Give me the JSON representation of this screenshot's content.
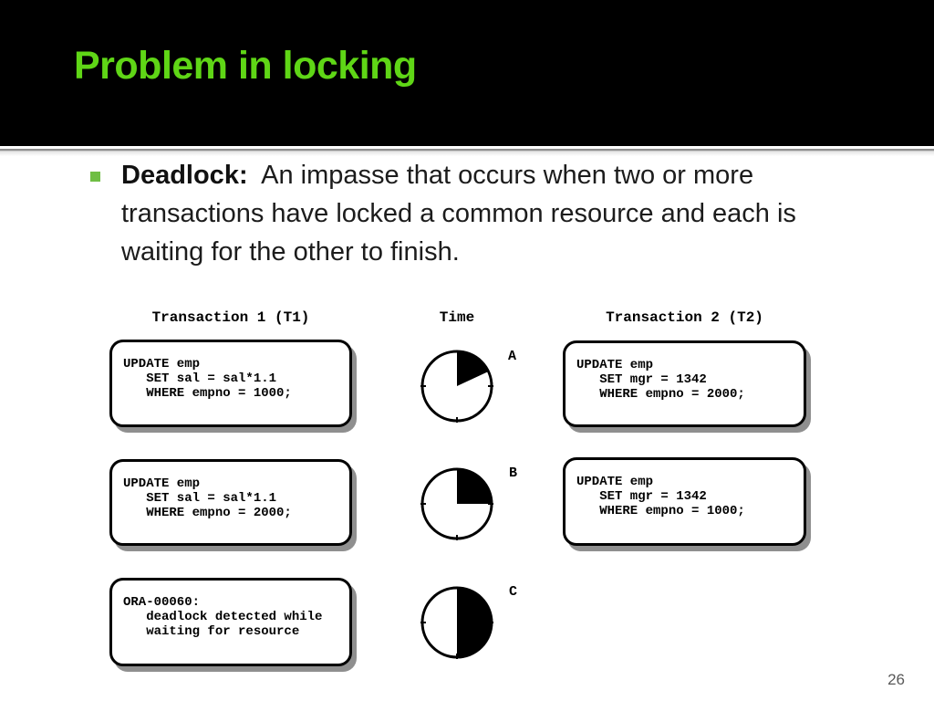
{
  "slide": {
    "title": "Problem in locking",
    "page_number": "26"
  },
  "colors": {
    "title_green": "#5fd616",
    "bullet_green": "#6fbe44",
    "header_band": "#000000",
    "page_number_gray": "#595959"
  },
  "bullet": {
    "term": "Deadlock:",
    "text": "  An impasse that occurs when two or more transactions have locked a common resource and each is waiting for the other to finish."
  },
  "diagram": {
    "headers": {
      "t1": "Transaction 1 (T1)",
      "time": "Time",
      "t2": "Transaction 2 (T2)"
    },
    "t1_boxes": [
      {
        "lines": [
          "UPDATE emp",
          "   SET sal = sal*1.1",
          "   WHERE empno = 1000;"
        ]
      },
      {
        "lines": [
          "UPDATE emp",
          "   SET sal = sal*1.1",
          "   WHERE empno = 2000;"
        ]
      },
      {
        "lines": [
          "ORA-00060:",
          "   deadlock detected while",
          "   waiting for resource"
        ]
      }
    ],
    "t2_boxes": [
      {
        "lines": [
          "UPDATE emp",
          "   SET mgr = 1342",
          "   WHERE empno = 2000;"
        ]
      },
      {
        "lines": [
          "UPDATE emp",
          "   SET mgr = 1342",
          "   WHERE empno = 1000;"
        ]
      }
    ],
    "clocks": [
      {
        "label": "A",
        "filled_degrees": 65
      },
      {
        "label": "B",
        "filled_degrees": 90
      },
      {
        "label": "C",
        "filled_degrees": 180
      }
    ]
  }
}
